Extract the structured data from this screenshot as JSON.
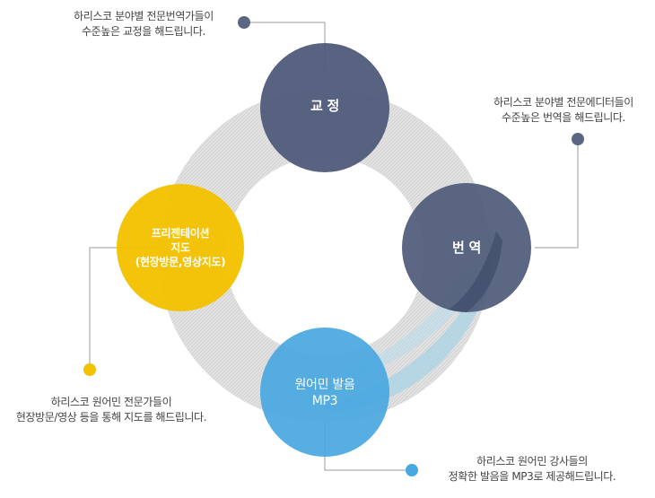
{
  "nodes": [
    {
      "id": "correction",
      "lines": [
        "교 정"
      ],
      "color": "#4f5b7a"
    },
    {
      "id": "translation",
      "lines": [
        "번 역"
      ],
      "color": "#4f5b7a"
    },
    {
      "id": "pronunciation",
      "lines": [
        "원어민 발음",
        "MP3"
      ],
      "color": "#4aa8e0"
    },
    {
      "id": "presentation",
      "lines": [
        "프리젠테이션",
        "지도",
        "(현장방문,영상지도)"
      ],
      "color": "#f2c200"
    }
  ],
  "descriptions": {
    "correction": [
      "하리스코 분야별 전문번역가들이",
      "수준높은 교정을 해드립니다."
    ],
    "translation": [
      "하리스코 분야별 전문에디터들이",
      "수준높은 번역을 해드립니다."
    ],
    "presentation": [
      "하리스코 원어민 전문가들이",
      "현장방문/영상 등을 통해 지도를 해드립니다."
    ],
    "pronunciation": [
      "하리스코 원어민 강사들의",
      "정확한 발음을 MP3로 제공해드립니다."
    ]
  },
  "colors": {
    "ring": "#e4e4e4",
    "ring_accent": "#a9d3e6",
    "connector": "#9a9a9a",
    "dot_navy": "#5b6682",
    "dot_yellow": "#f2c200",
    "dot_blue": "#4aa8e0"
  }
}
